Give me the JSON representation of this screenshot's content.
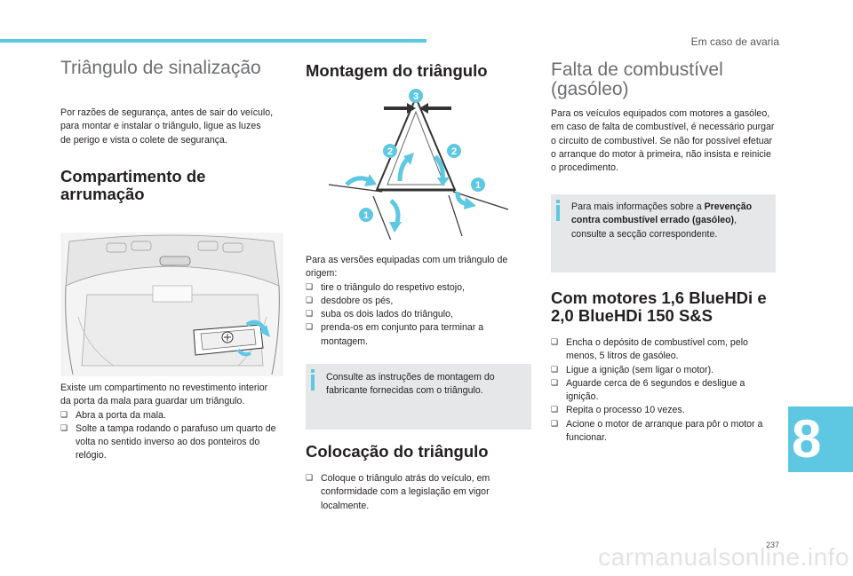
{
  "header": {
    "section_label": "Em caso de avaria"
  },
  "page_number": "237",
  "chapter_number": "8",
  "watermark": "carmanualsonline.info",
  "col1": {
    "title": "Triângulo de sinalização",
    "intro": "Por razões de segurança, antes de sair do veículo, para montar e instalar o triângulo, ligue as luzes de perigo e vista o colete de segurança.",
    "storage_heading_line1": "Compartimento de",
    "storage_heading_line2": "arrumação",
    "storage_text": "Existe um compartimento no revestimento interior da porta da mala para guardar um triângulo.",
    "steps": [
      "Abra a porta da mala.",
      "Solte a tampa rodando o parafuso um quarto de volta no sentido inverso ao dos ponteiros do relógio."
    ]
  },
  "col2": {
    "heading": "Montagem do triângulo",
    "diagram_labels": [
      "3",
      "2",
      "2",
      "1",
      "1"
    ],
    "intro": "Para as versões equipadas com um triângulo de origem:",
    "steps": [
      "tire o triângulo do respetivo estojo,",
      "desdobre os pés,",
      "suba os dois lados do triângulo,",
      "prenda-os em conjunto para terminar a montagem."
    ],
    "note": "Consulte as instruções de montagem do fabricante fornecidas com o triângulo.",
    "placement_heading": "Colocação do triângulo",
    "placement_steps": [
      "Coloque o triângulo atrás do veículo, em conformidade com a legislação em vigor localmente."
    ]
  },
  "col3": {
    "title_line1": "Falta de combustível",
    "title_line2": "(gasóleo)",
    "intro": "Para os veículos equipados com motores a gasóleo, em caso de falta de combustível, é necessário purgar o circuito de combustível. Se não for possível efetuar o arranque do motor à primeira, não insista e reinicie o procedimento.",
    "note_prefix": "Para mais informações sobre a ",
    "note_bold": "Prevenção contra combustível errado (gasóleo)",
    "note_suffix": ", consulte a secção correspondente.",
    "engines_heading_line1": "Com motores 1,6 BlueHDi e",
    "engines_heading_line2": "2,0 BlueHDi 150 S&S",
    "steps": [
      "Encha o depósito de combustível com, pelo menos, 5 litros de gasóleo.",
      "Ligue a ignição (sem ligar o motor).",
      "Aguarde cerca de 6 segundos e desligue a ignição.",
      "Repita o processo 10 vezes.",
      "Acione o motor de arranque para pôr o motor a funcionar."
    ]
  },
  "colors": {
    "accent": "#5ec8e3",
    "note_bg": "#e6e7e8",
    "heading_light": "#6d6e71"
  }
}
